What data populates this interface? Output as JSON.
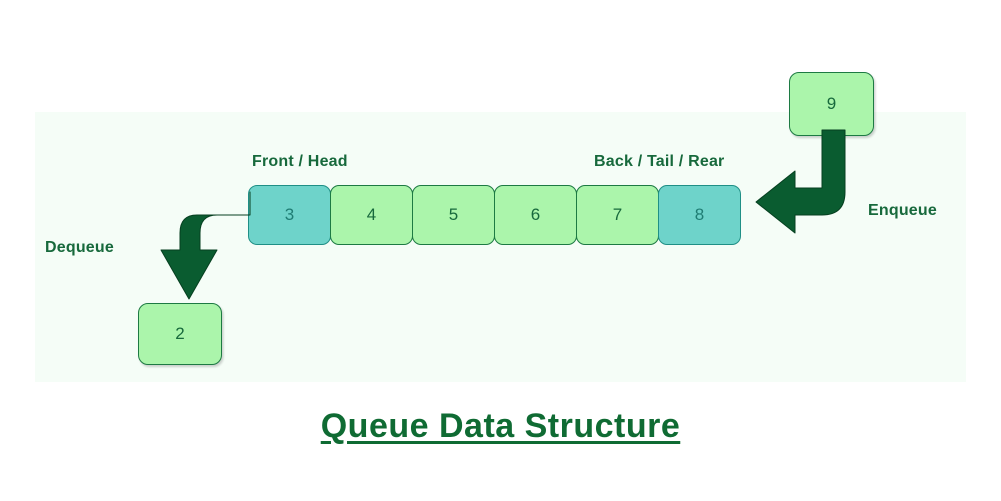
{
  "title": "Queue Data Structure",
  "colors": {
    "panel_background": "#f5fdf7",
    "cell_fill": "#abf5ab",
    "cell_border": "#1d7a43",
    "accent_fill": "#6ed3ca",
    "accent_border": "#1f8f86",
    "arrow": "#0a5c30",
    "text_green": "#17693c",
    "title_green": "#0f6b33"
  },
  "queue": {
    "front_label": "Front / Head",
    "back_label": "Back / Tail / Rear",
    "cells": [
      {
        "value": "3",
        "highlighted": true
      },
      {
        "value": "4",
        "highlighted": false
      },
      {
        "value": "5",
        "highlighted": false
      },
      {
        "value": "6",
        "highlighted": false
      },
      {
        "value": "7",
        "highlighted": false
      },
      {
        "value": "8",
        "highlighted": true
      }
    ]
  },
  "enqueue": {
    "label": "Enqueue",
    "element_value": "9",
    "direction": "down-then-left-into-rear"
  },
  "dequeue": {
    "label": "Dequeue",
    "element_value": "2",
    "direction": "left-then-down-out-of-front"
  },
  "chart_data": {
    "type": "diagram",
    "title": "Queue Data Structure",
    "description": "FIFO queue with six occupied cells; enqueue inserts at the rear, dequeue removes from the front.",
    "categories": [
      "3",
      "4",
      "5",
      "6",
      "7",
      "8"
    ],
    "values": [
      3,
      4,
      5,
      6,
      7,
      8
    ],
    "annotations": [
      {
        "text": "Front / Head",
        "target": "3"
      },
      {
        "text": "Back / Tail / Rear",
        "target": "8"
      },
      {
        "text": "Enqueue",
        "target": "9"
      },
      {
        "text": "Dequeue",
        "target": "2"
      }
    ]
  }
}
